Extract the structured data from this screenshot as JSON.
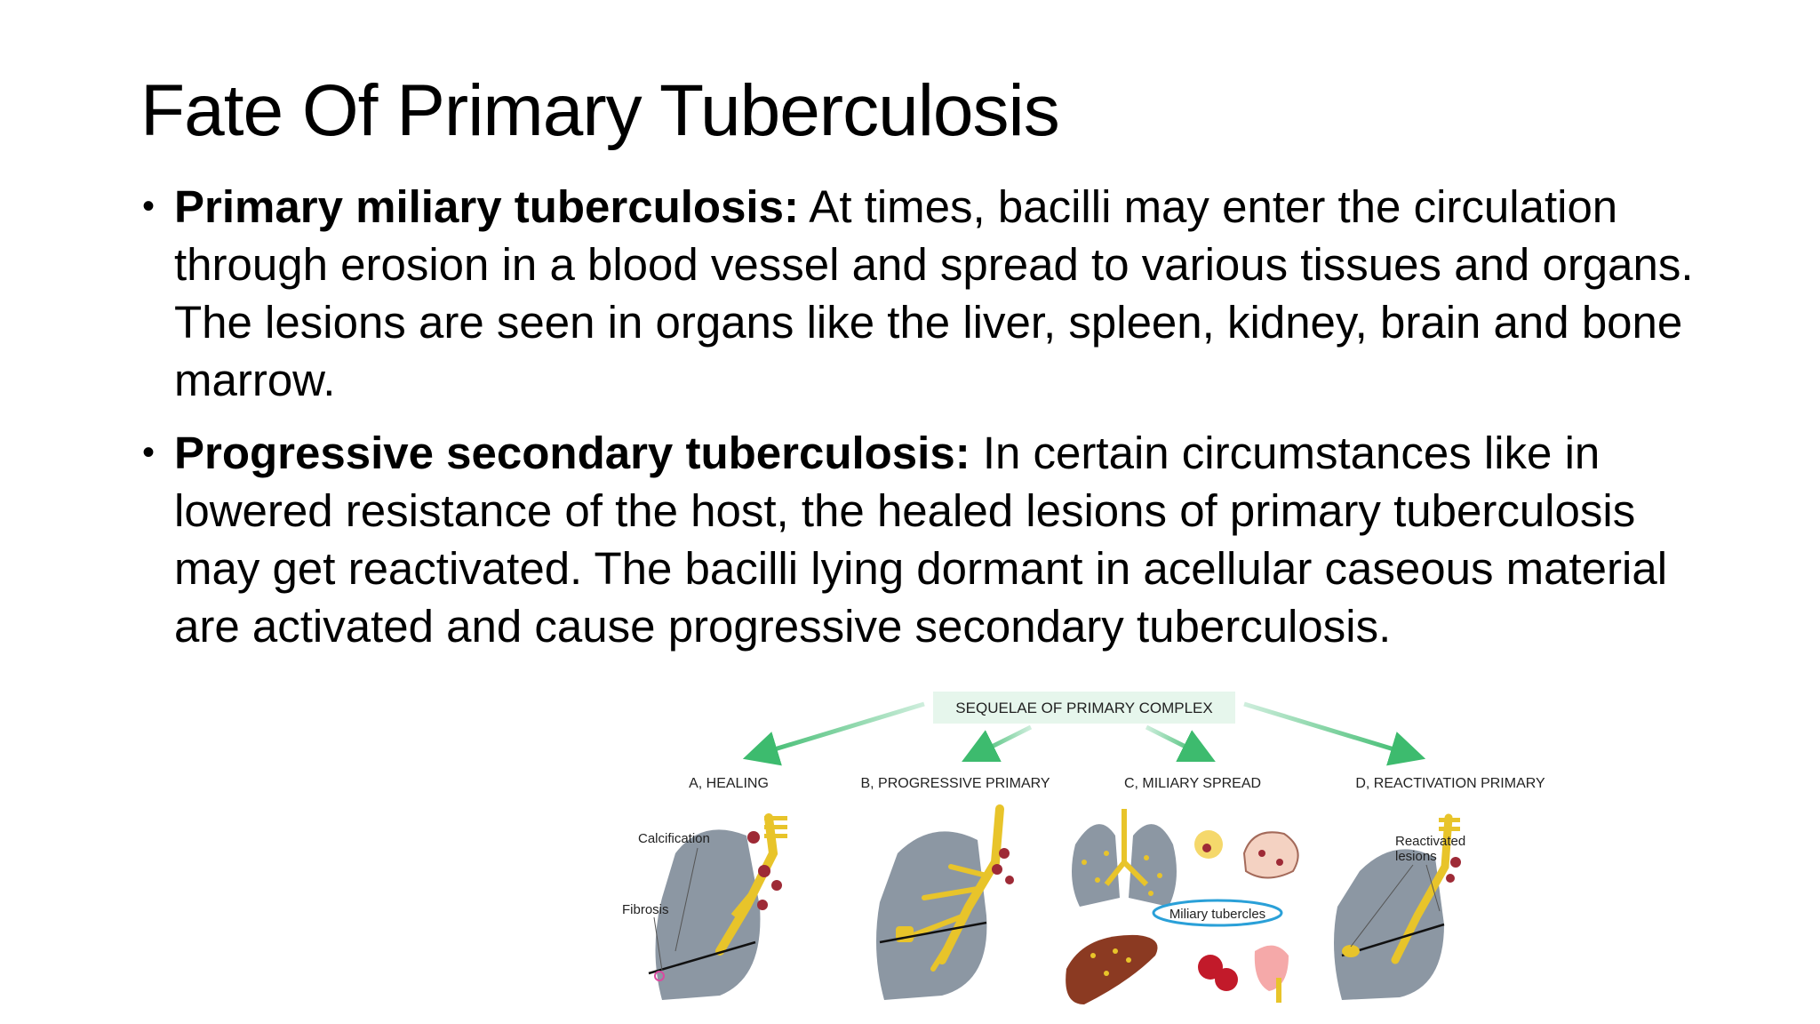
{
  "slide": {
    "title": "Fate Of Primary Tuberculosis",
    "bullets": [
      {
        "term": "Primary miliary tuberculosis:",
        "text": " At times, bacilli may enter the circulation through erosion in a blood vessel and spread to various tissues and organs. The lesions are seen in organs like the liver, spleen, kidney, brain and bone marrow."
      },
      {
        "term": "Progressive secondary tuberculosis:",
        "text": " In certain circumstances like in lowered resistance of the host, the healed lesions of primary tuberculosis may get reactivated. The bacilli lying dormant in acellular caseous material are activated and cause progressive secondary tuberculosis."
      }
    ]
  },
  "figure": {
    "header": "SEQUELAE OF PRIMARY COMPLEX",
    "panels": [
      {
        "label": "A, HEALING"
      },
      {
        "label": "B, PROGRESSIVE PRIMARY"
      },
      {
        "label": "C, MILIARY SPREAD"
      },
      {
        "label": "D, REACTIVATION PRIMARY"
      }
    ],
    "annotations": {
      "calcification": "Calcification",
      "fibrosis": "Fibrosis",
      "miliary_tubercles": "Miliary tubercles",
      "reactivated_1": "Reactivated",
      "reactivated_2": "lesions"
    },
    "colors": {
      "arrow_green": "#3dbb6e",
      "lung_gray": "#8c97a3",
      "airway_yellow": "#e8c42a",
      "node_red": "#9e2a36",
      "liver_brown": "#8b3a22",
      "callout_blue": "#2aa0d8"
    }
  }
}
